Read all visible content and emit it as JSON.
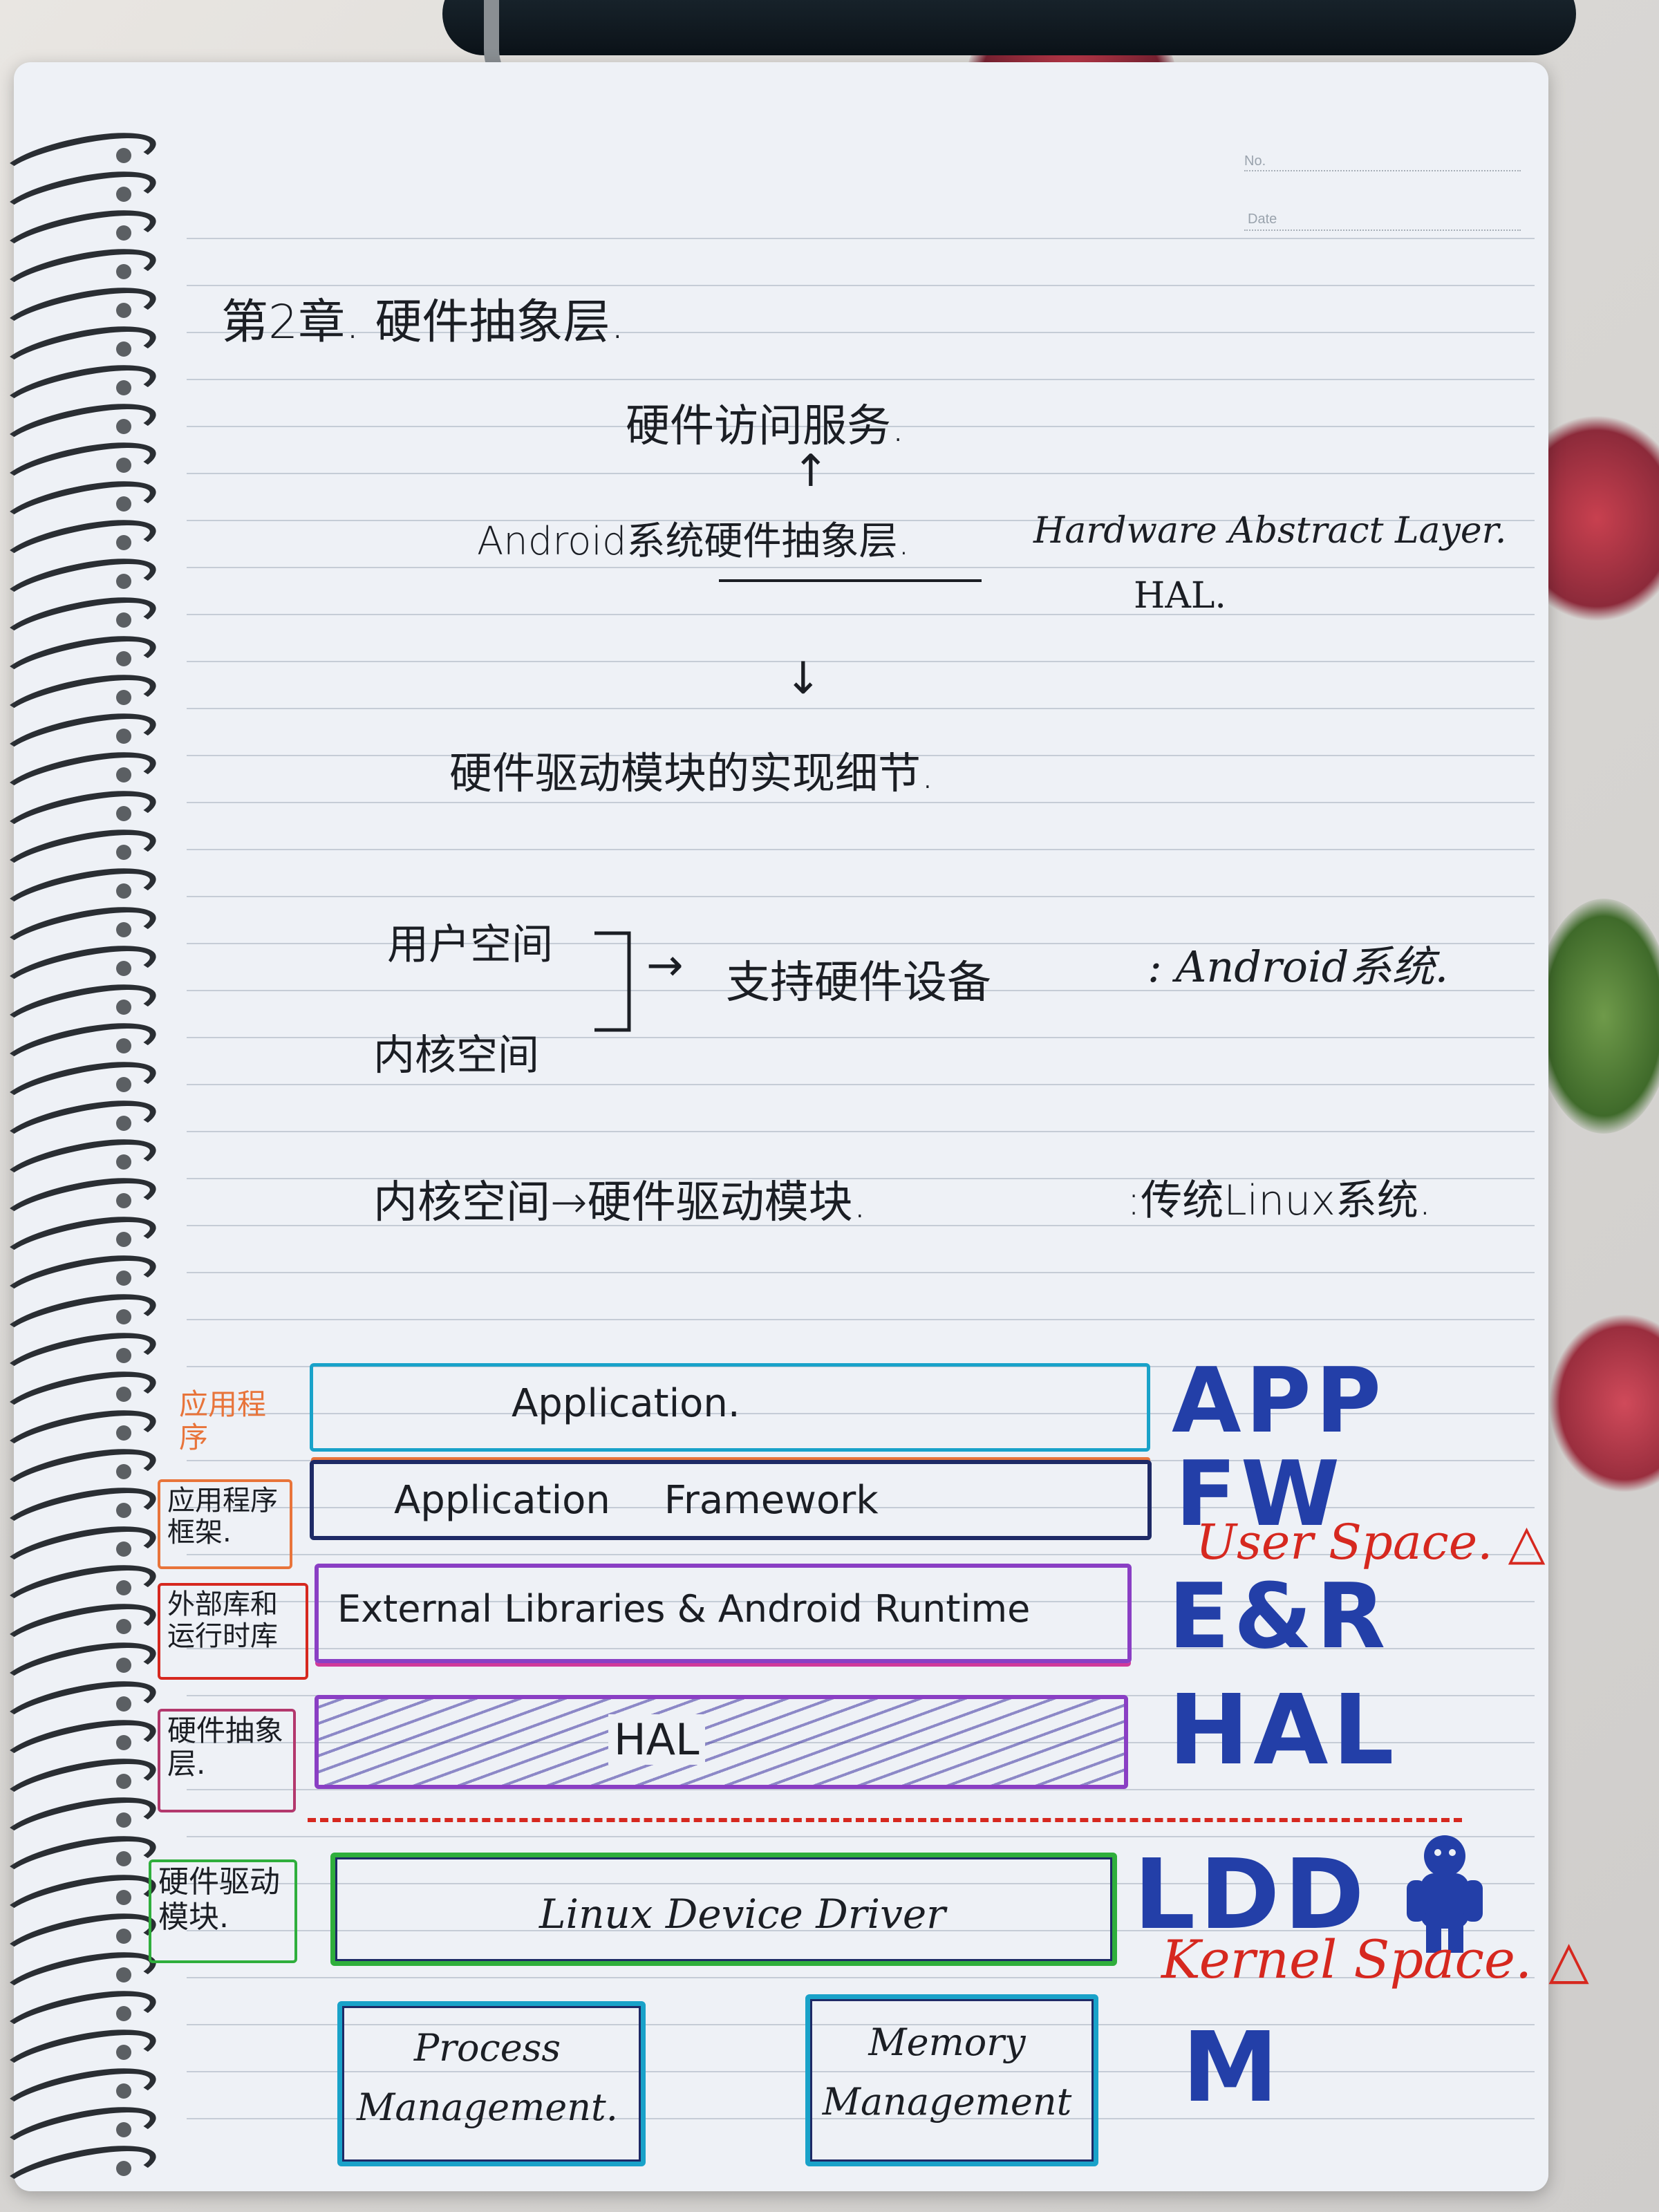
{
  "header": {
    "no_label": "No.",
    "date_label": "Date"
  },
  "title": "第2章. 硬件抽象层.",
  "notes": {
    "top_service": "硬件访问服务.",
    "hal_zh": "Android系统硬件抽象层.",
    "hal_en": "Hardware Abstract Layer.",
    "hal_abbr": "HAL.",
    "impl_details": "硬件驱动模块的实现细节.",
    "user_space": "用户空间",
    "kernel_space": "内核空间",
    "support_hw": "支持硬件设备",
    "android_sys": ": Android系统.",
    "kernel_line": "内核空间→硬件驱动模块.",
    "traditional_linux": ":传统Linux系统."
  },
  "arrows": {
    "up": "↑",
    "down": "↓",
    "right": "→"
  },
  "layers": [
    {
      "side": "应用程序",
      "box": "Application.",
      "abbr": "APP"
    },
    {
      "side": "应用程序框架.",
      "box": "Application Framework",
      "abbr": "FW"
    },
    {
      "side": "外部库和运行时库",
      "box": "External Libraries & Android Runtime",
      "abbr": "E&R"
    },
    {
      "side": "硬件抽象层.",
      "box": "HAL",
      "abbr": "HAL"
    },
    {
      "side": "硬件驱动模块.",
      "box": "Linux Device Driver",
      "abbr": "LDD"
    }
  ],
  "bottom_boxes": {
    "process": "Process Management.",
    "memory": "Memory Management",
    "abbr": "M"
  },
  "space_notes": {
    "user": "User Space. △",
    "kernel": "Kernel Space. △"
  },
  "colors": {
    "ink": "#1b1e24",
    "cyan": "#19a2c9",
    "orange": "#e8743a",
    "navy": "#1e2a66",
    "purple": "#8a3fc4",
    "magenta": "#d03a9a",
    "green": "#2fae3c",
    "blue": "#233fa8",
    "red": "#d6281f"
  }
}
